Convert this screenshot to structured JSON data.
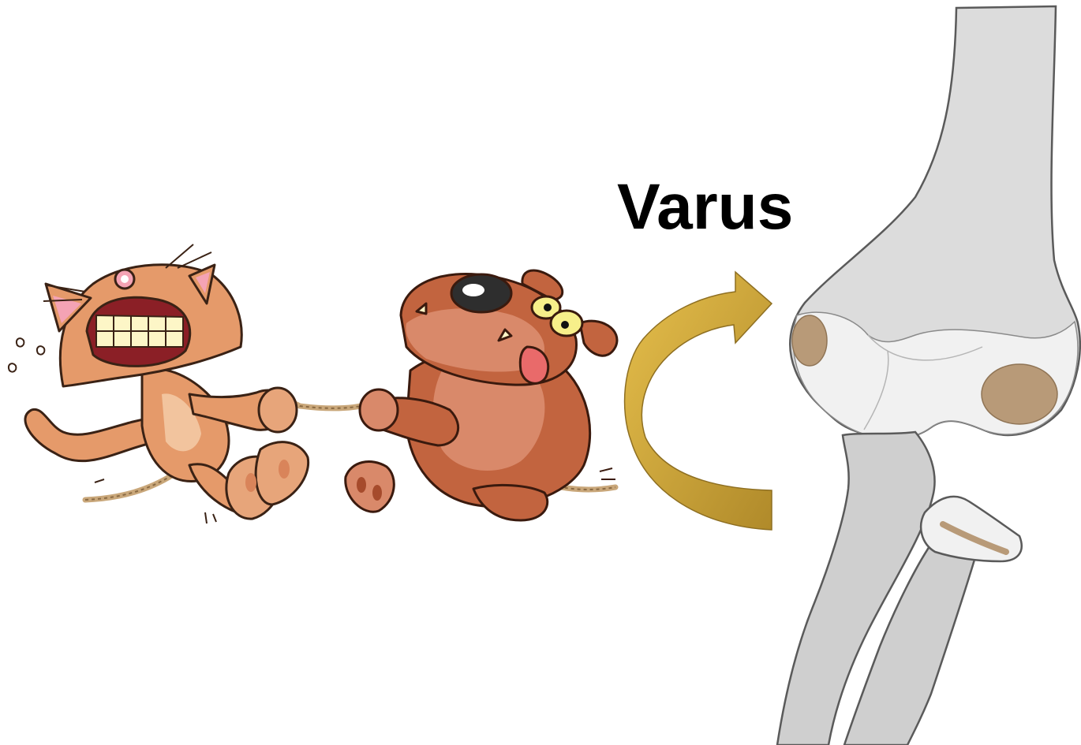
{
  "label": {
    "text": "Varus"
  },
  "figures": {
    "cat": "cartoon-cat-pulling-rope",
    "dog": "cartoon-dog-pulling-rope",
    "arrow": "curved-arrow-icon",
    "elbow": "elbow-joint-bones"
  },
  "colors": {
    "cat_fur": "#e59a6a",
    "dog_fur": "#c2643f",
    "rope": "#c9a77a",
    "arrow": "#c9a23a",
    "bone": "#dcdcdc",
    "cartilage": "#f2f2f2",
    "bone_outline": "#555555",
    "fossa": "#b89a78",
    "text": "#000000"
  }
}
